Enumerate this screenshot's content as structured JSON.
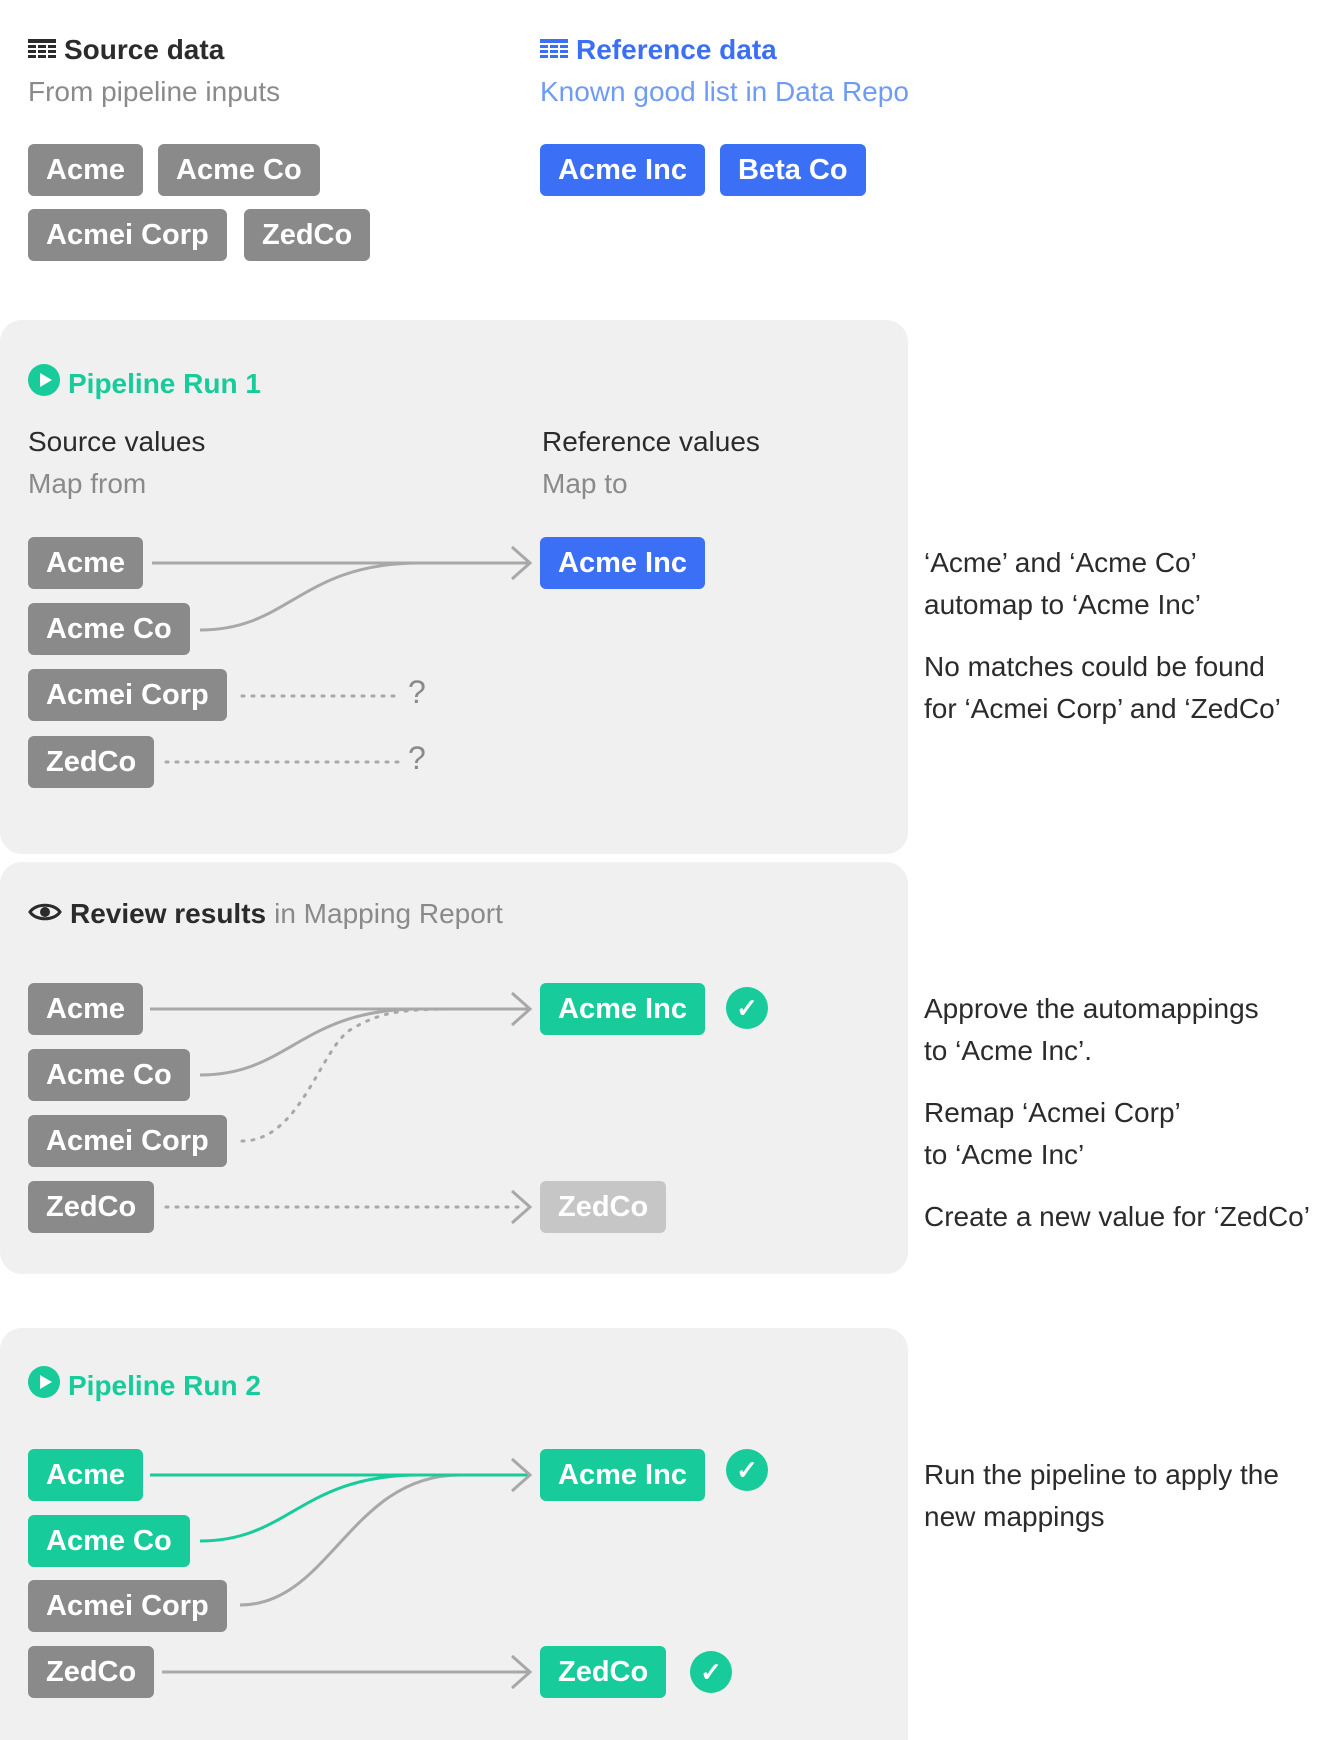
{
  "source": {
    "title": "Source data",
    "subtitle": "From pipeline inputs",
    "chips": [
      "Acme",
      "Acme Co",
      "Acmei Corp",
      "ZedCo"
    ]
  },
  "reference": {
    "title": "Reference data",
    "subtitle": "Known good list in Data Repo",
    "chips": [
      "Acme Inc",
      "Beta Co"
    ]
  },
  "run1": {
    "title": "Pipeline Run 1",
    "source_header": "Source values",
    "source_sub": "Map from",
    "ref_header": "Reference values",
    "ref_sub": "Map to",
    "sources": [
      "Acme",
      "Acme Co",
      "Acmei Corp",
      "ZedCo"
    ],
    "target": "Acme Inc",
    "unknown_mark": "?",
    "notes": [
      "‘Acme’ and ‘Acme Co’",
      "automap to ‘Acme Inc’",
      "No matches could be found",
      "for ‘Acmei Corp’ and ‘ZedCo’"
    ]
  },
  "review": {
    "title": "Review results",
    "title_suffix": "in Mapping Report",
    "sources": [
      "Acme",
      "Acme Co",
      "Acmei Corp",
      "ZedCo"
    ],
    "targets": [
      "Acme Inc",
      "ZedCo"
    ],
    "check": "✓",
    "notes": [
      "Approve the automappings",
      "to ‘Acme Inc’.",
      "Remap ‘Acmei Corp’",
      "to ‘Acme Inc’",
      "Create a new value for ‘ZedCo’"
    ]
  },
  "run2": {
    "title": "Pipeline Run 2",
    "sources": [
      "Acme",
      "Acme Co",
      "Acmei Corp",
      "ZedCo"
    ],
    "targets": [
      "Acme Inc",
      "ZedCo"
    ],
    "check": "✓",
    "notes": [
      "Run the pipeline to apply the",
      "new mappings"
    ]
  },
  "colors": {
    "gray_chip": "#8a8a8a",
    "blue": "#3b6ff5",
    "green": "#17cc9a",
    "light_chip": "#c6c6c6",
    "panel": "#f0f0f0"
  },
  "icons": {
    "source": "table-grid-icon",
    "reference": "table-grid-icon",
    "run": "play-circle-icon",
    "review": "eye-icon",
    "approved": "check-circle-icon"
  }
}
